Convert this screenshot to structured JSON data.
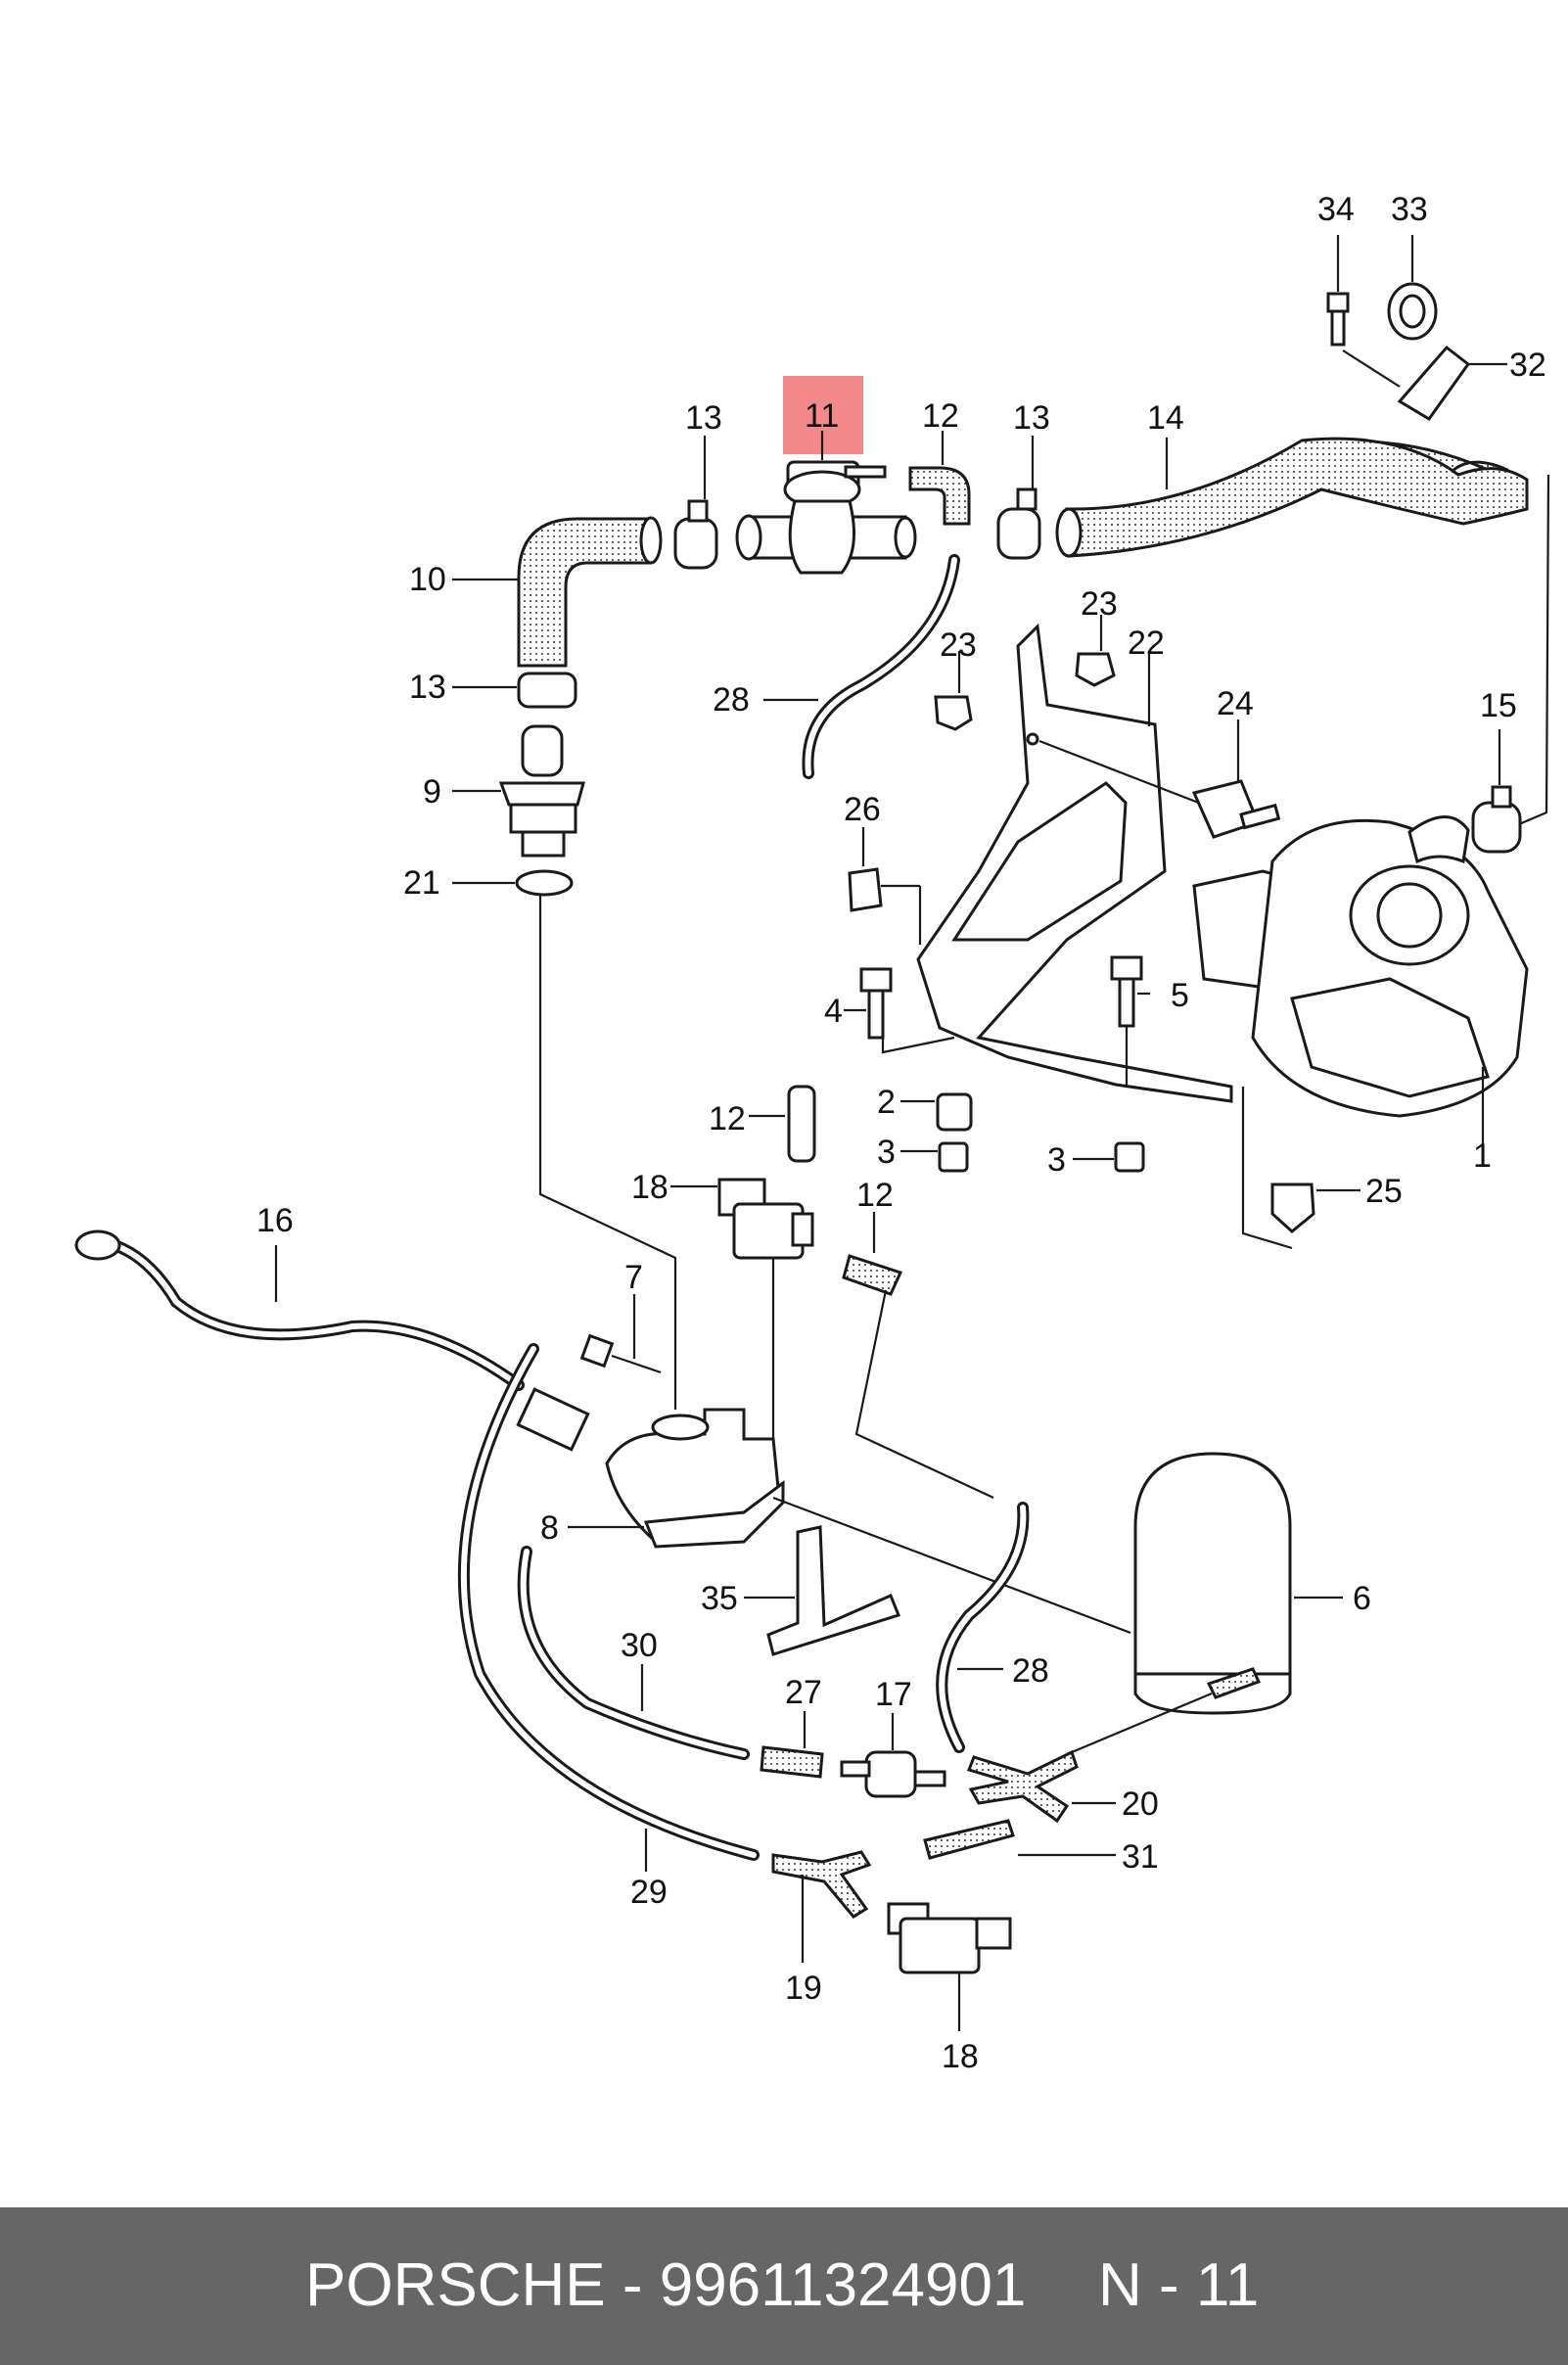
{
  "footer": {
    "title": "PORSCHE - 99611324901",
    "index": "N - 11"
  },
  "highlight": {
    "part": "11",
    "color": "#f28a8a"
  },
  "colors": {
    "line": "#1a1a1a",
    "footer_bg": "#666666",
    "footer_text": "#ffffff"
  },
  "callouts": {
    "c34": "34",
    "c33": "33",
    "c32": "32",
    "c11": "11",
    "c12a": "12",
    "c13a": "13",
    "c13b": "13",
    "c14": "14",
    "c10": "10",
    "c13c": "13",
    "c9": "9",
    "c21": "21",
    "c28a": "28",
    "c23a": "23",
    "c23b": "23",
    "c22": "22",
    "c24": "24",
    "c15": "15",
    "c26": "26",
    "c4": "4",
    "c5": "5",
    "c2": "2",
    "c3a": "3",
    "c3b": "3",
    "c1": "1",
    "c12b": "12",
    "c18a": "18",
    "c12c": "12",
    "c25": "25",
    "c16": "16",
    "c7": "7",
    "c8": "8",
    "c35": "35",
    "c6": "6",
    "c30": "30",
    "c27": "27",
    "c17": "17",
    "c28b": "28",
    "c20": "20",
    "c31": "31",
    "c29": "29",
    "c19": "19",
    "c18b": "18"
  }
}
